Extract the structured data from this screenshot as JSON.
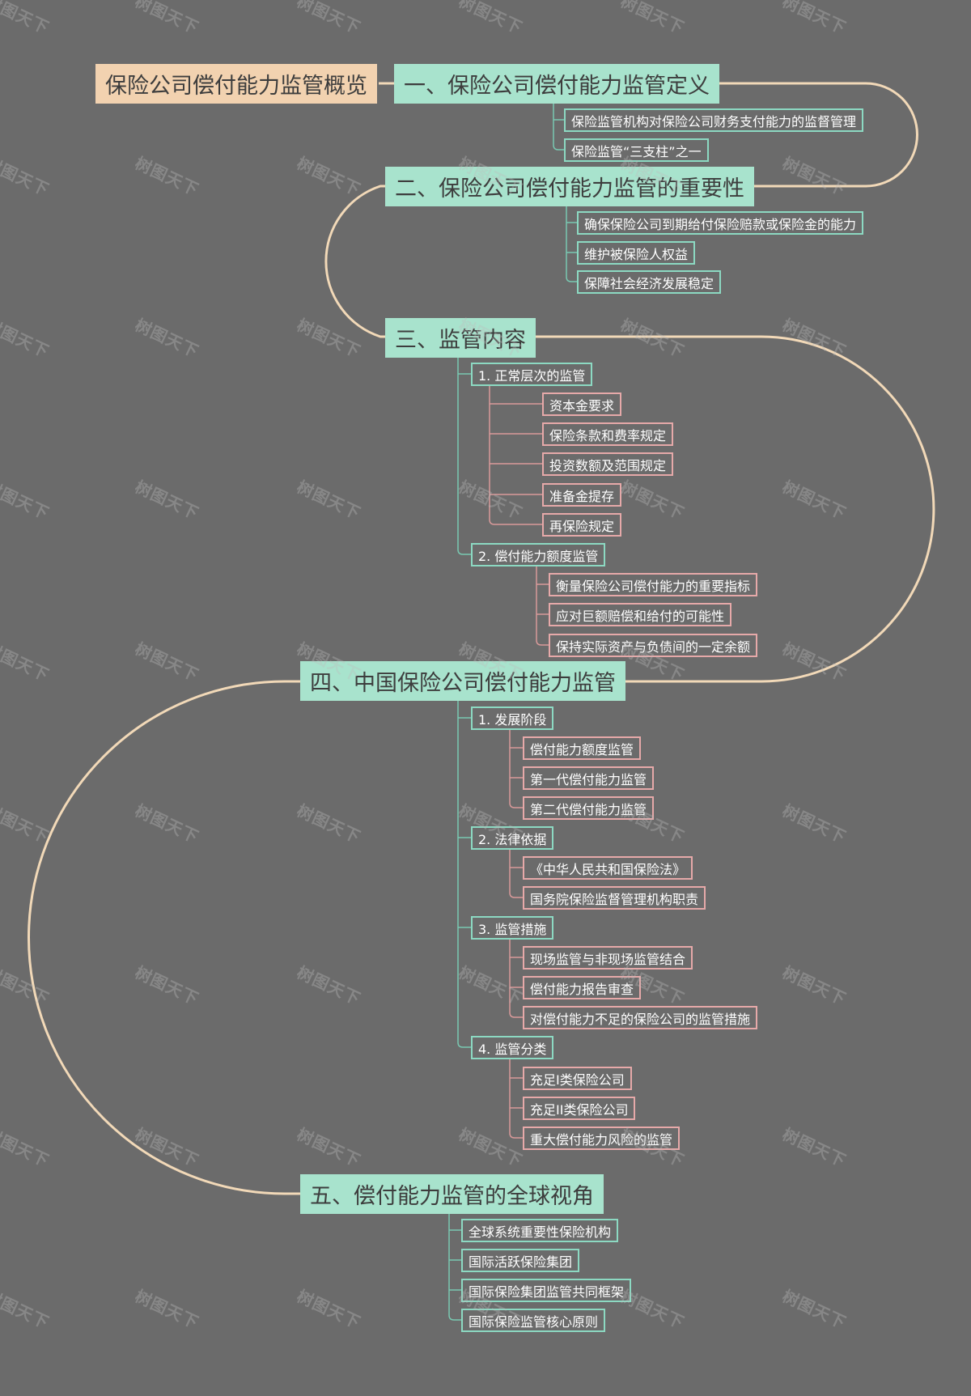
{
  "colors": {
    "background": "#6b6b6b",
    "root": "#f2d2b0",
    "main": "#a8e3cd",
    "sub_border": "#8cd9c2",
    "leaf_border": "#e6a9a9",
    "curve": "#f2d9b8",
    "branch_line": "#79c9b2",
    "leaf_line": "#d99a9a"
  },
  "watermark": "树图天下",
  "root": "保险公司偿付能力监管概览",
  "sections": [
    {
      "title": "一、保险公司偿付能力监管定义",
      "items": [
        "保险监管机构对保险公司财务支付能力的监督管理",
        "保险监管“三支柱”之一"
      ]
    },
    {
      "title": "二、保险公司偿付能力监管的重要性",
      "items": [
        "确保保险公司到期给付保险赔款或保险金的能力",
        "维护被保险人权益",
        "保障社会经济发展稳定"
      ]
    },
    {
      "title": "三、监管内容",
      "groups": [
        {
          "label": "1. 正常层次的监管",
          "items": [
            "资本金要求",
            "保险条款和费率规定",
            "投资数额及范围规定",
            "准备金提存",
            "再保险规定"
          ]
        },
        {
          "label": "2. 偿付能力额度监管",
          "items": [
            "衡量保险公司偿付能力的重要指标",
            "应对巨额赔偿和给付的可能性",
            "保持实际资产与负债间的一定余额"
          ]
        }
      ]
    },
    {
      "title": "四、中国保险公司偿付能力监管",
      "groups": [
        {
          "label": "1. 发展阶段",
          "items": [
            "偿付能力额度监管",
            "第一代偿付能力监管",
            "第二代偿付能力监管"
          ]
        },
        {
          "label": "2. 法律依据",
          "items": [
            "《中华人民共和国保险法》",
            "国务院保险监督管理机构职责"
          ]
        },
        {
          "label": "3. 监管措施",
          "items": [
            "现场监管与非现场监管结合",
            "偿付能力报告审查",
            "对偿付能力不足的保险公司的监管措施"
          ]
        },
        {
          "label": "4. 监管分类",
          "items": [
            "充足I类保险公司",
            "充足II类保险公司",
            "重大偿付能力风险的监管"
          ]
        }
      ]
    },
    {
      "title": "五、偿付能力监管的全球视角",
      "items": [
        "全球系统重要性保险机构",
        "国际活跃保险集团",
        "国际保险集团监管共同框架",
        "国际保险监管核心原则"
      ]
    }
  ]
}
